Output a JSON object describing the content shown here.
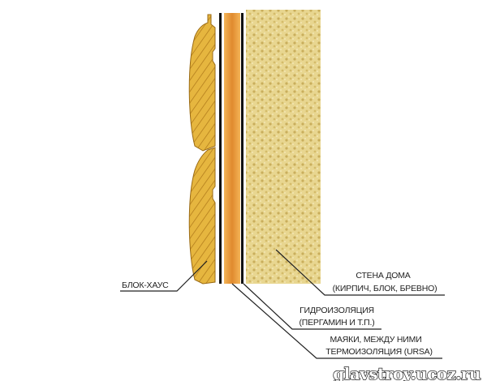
{
  "labels": {
    "block_house": "БЛОК-ХАУС",
    "wall_line1": "СТЕНА ДОМА",
    "wall_line2": "(КИРПИЧ, БЛОК, БРЕВНО)",
    "waterproof_line1": "ГИДРОИЗОЛЯЦИЯ",
    "waterproof_line2": "(ПЕРГАМИН И Т.П.)",
    "battens_line1": "МАЯКИ, МЕЖДУ НИМИ",
    "battens_line2": "ТЕРМОИЗОЛЯЦИЯ (URSA)"
  },
  "watermark": "glavstroy.ucoz.ru",
  "colors": {
    "wood": "#e2b13c",
    "insulation": "#e89a3a",
    "wall": "#e6d48f",
    "membrane": "#111111"
  }
}
